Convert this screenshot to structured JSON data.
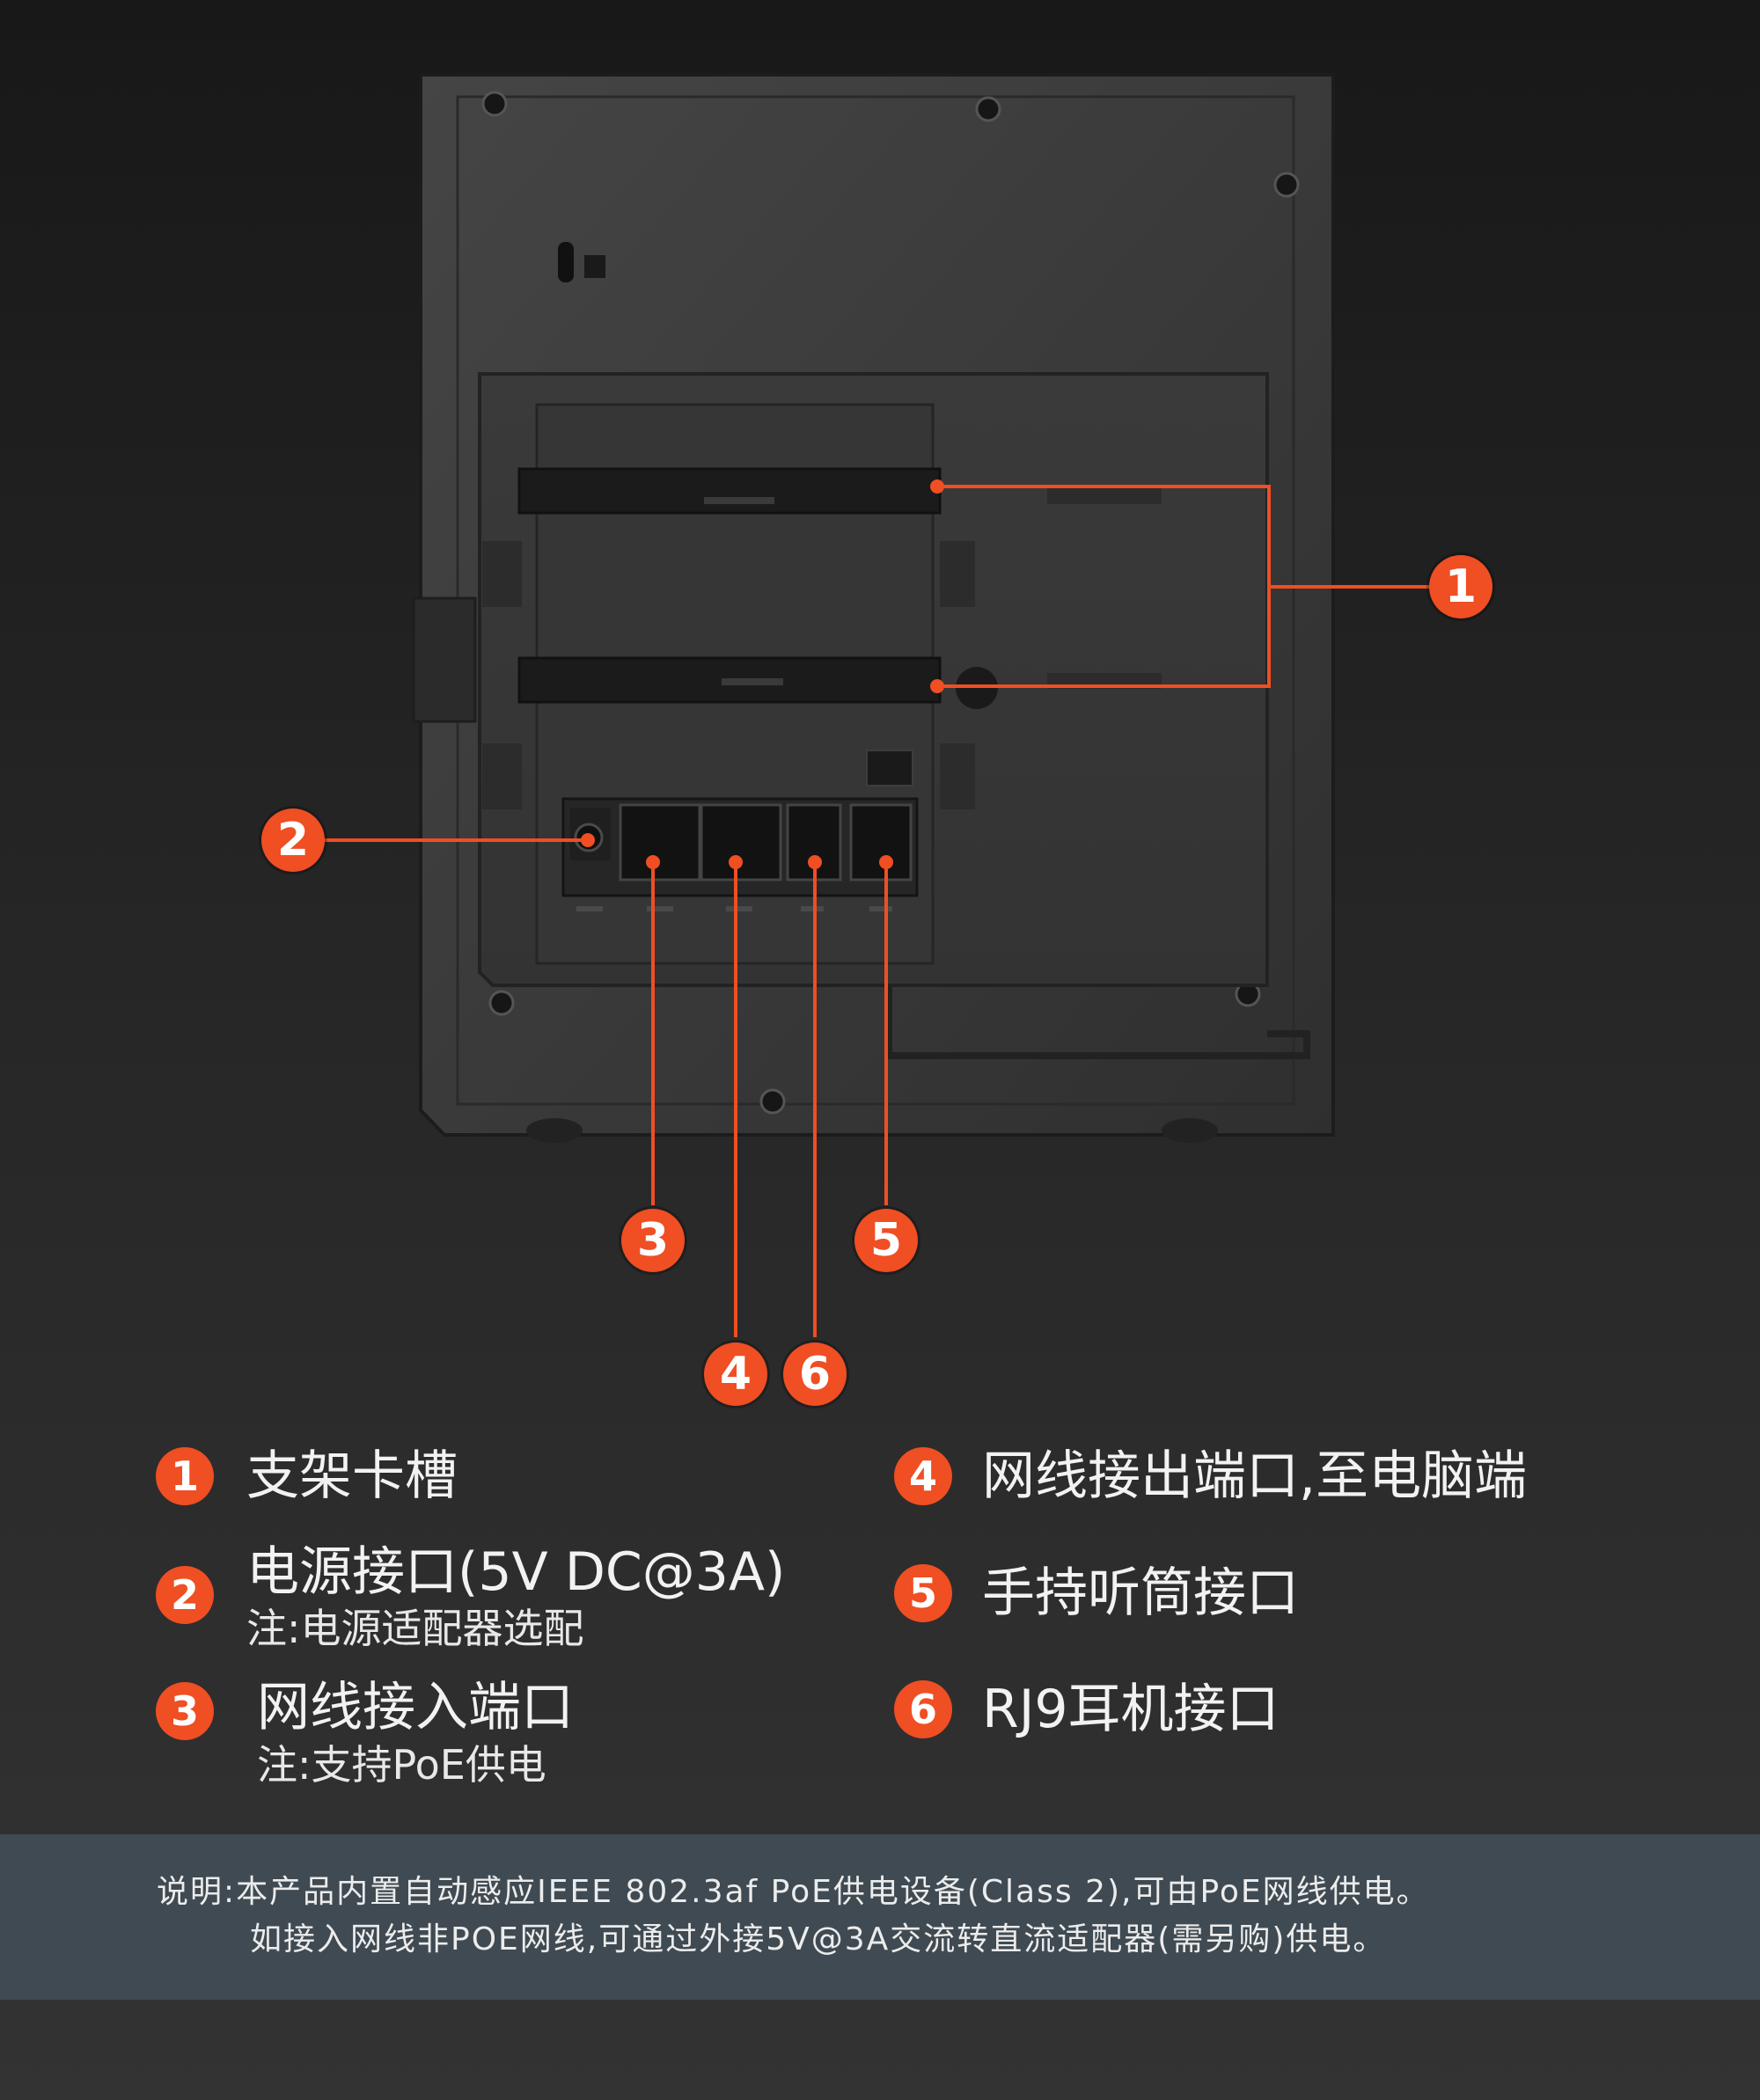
{
  "colors": {
    "accent": "#f04e23",
    "footer_band": "#3f4a52",
    "device_body": "#3b3b3b",
    "text": "#f2f2f2"
  },
  "callouts": [
    "1",
    "2",
    "3",
    "4",
    "5",
    "6"
  ],
  "legend": [
    {
      "number": "1",
      "title": "支架卡槽",
      "note": ""
    },
    {
      "number": "2",
      "title": "电源接口(5V DC@3A)",
      "note": "注:电源适配器选配"
    },
    {
      "number": "3",
      "title": "网线接入端口",
      "note": "注:支持PoE供电"
    },
    {
      "number": "4",
      "title": "网线接出端口,至电脑端",
      "note": ""
    },
    {
      "number": "5",
      "title": "手持听筒接口",
      "note": ""
    },
    {
      "number": "6",
      "title": "RJ9耳机接口",
      "note": ""
    }
  ],
  "footer": {
    "line1": "说明:本产品内置自动感应IEEE 802.3af PoE供电设备(Class 2),可由PoE网线供电。",
    "line2": "如接入网线非POE网线,可通过外接5V@3A交流转直流适配器(需另购)供电。"
  }
}
